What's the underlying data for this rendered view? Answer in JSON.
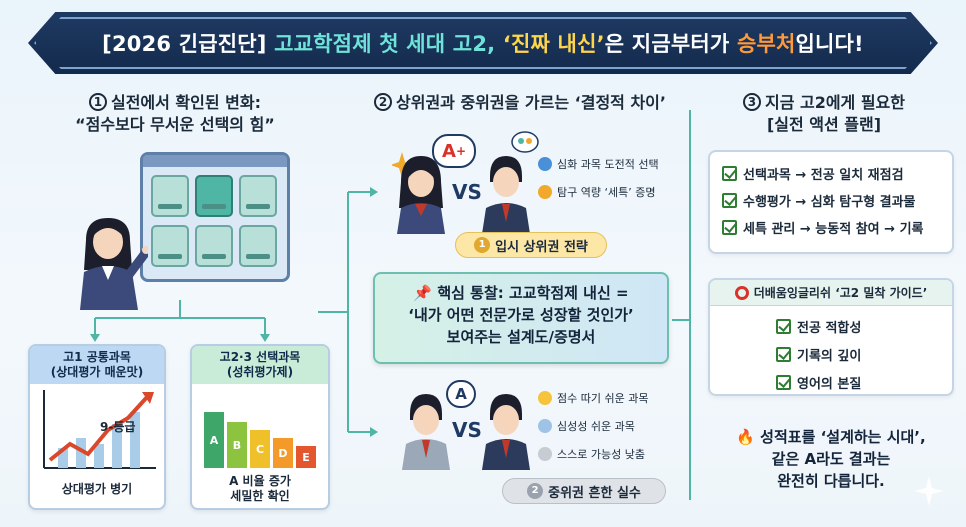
{
  "title": {
    "part1": "[2026 긴급진단] ",
    "part2": "고교학점제 첫 세대 고2, ",
    "part3": "‘진짜 내신’",
    "part4": "은 지금부터가 ",
    "part5": "승부처",
    "part6": "입니다!"
  },
  "left": {
    "number": "1",
    "heading_line1": "실전에서 확인된 변화:",
    "heading_line2": "“점수보다 무서운 선택의 힘”",
    "card1": {
      "title": "고1 공통과목",
      "subtitle": "(상대평가 매운맛)",
      "chart_label": "9-등급",
      "footer": "상대평가 병기"
    },
    "card2": {
      "title": "고2·3 선택과목",
      "subtitle": "(성취평가제)",
      "grades": [
        "A",
        "B",
        "C",
        "D",
        "E"
      ],
      "footer_line1": "A 비율 증가",
      "footer_line2": "세밀한 확인"
    }
  },
  "middle": {
    "number": "2",
    "heading": "상위권과 중위권을 가르는 ‘결정적 차이’",
    "top": {
      "grade_badge": "A",
      "grade_sup": "+",
      "vs": "VS",
      "notes": [
        "심화 과목 도전적 선택",
        "탐구 역량 ‘세특’ 증명"
      ],
      "tag": "입시 상위권 전략",
      "medal": "1"
    },
    "insight": {
      "line1": "📌 핵심 통찰: 고교학점제 내신 =",
      "line2": "‘내가 어떤 전문가로 성장할 것인가’",
      "line3": "보여주는 설계도/증명서"
    },
    "bottom": {
      "grade_badge": "A",
      "vs": "VS",
      "notes": [
        "점수 따기 쉬운 과목",
        "심성성 쉬운 과목",
        "스스로 가능성 낮춤"
      ],
      "tag": "중위권 흔한 실수",
      "medal": "2"
    }
  },
  "right": {
    "number": "3",
    "heading_line1": "지금 고2에게 필요한",
    "heading_line2": "[실전 액션 플랜]",
    "actions": [
      "선택과목 → 전공 일치 재점검",
      "수행평가 → 심화 탐구형 결과물",
      "세특 관리 → 능동적 참여 → 기록"
    ],
    "guide_title": "더배움잉글리쉬 ‘고2 밀착 가이드’",
    "guide_items": [
      "전공 적합성",
      "기록의 깊이",
      "영어의 본질"
    ],
    "closing_line1": "🔥 성적표를 ‘설계하는 시대’,",
    "closing_line2": "같은 A라도 결과는",
    "closing_line3": "완전히 다릅니다."
  },
  "colors": {
    "banner": "#1f3a63",
    "accent_cyan": "#6fe3d9",
    "accent_yellow": "#ffd54a",
    "accent_orange": "#ff9a3c",
    "teal": "#4fb6a6",
    "check_green": "#2e7d32"
  }
}
